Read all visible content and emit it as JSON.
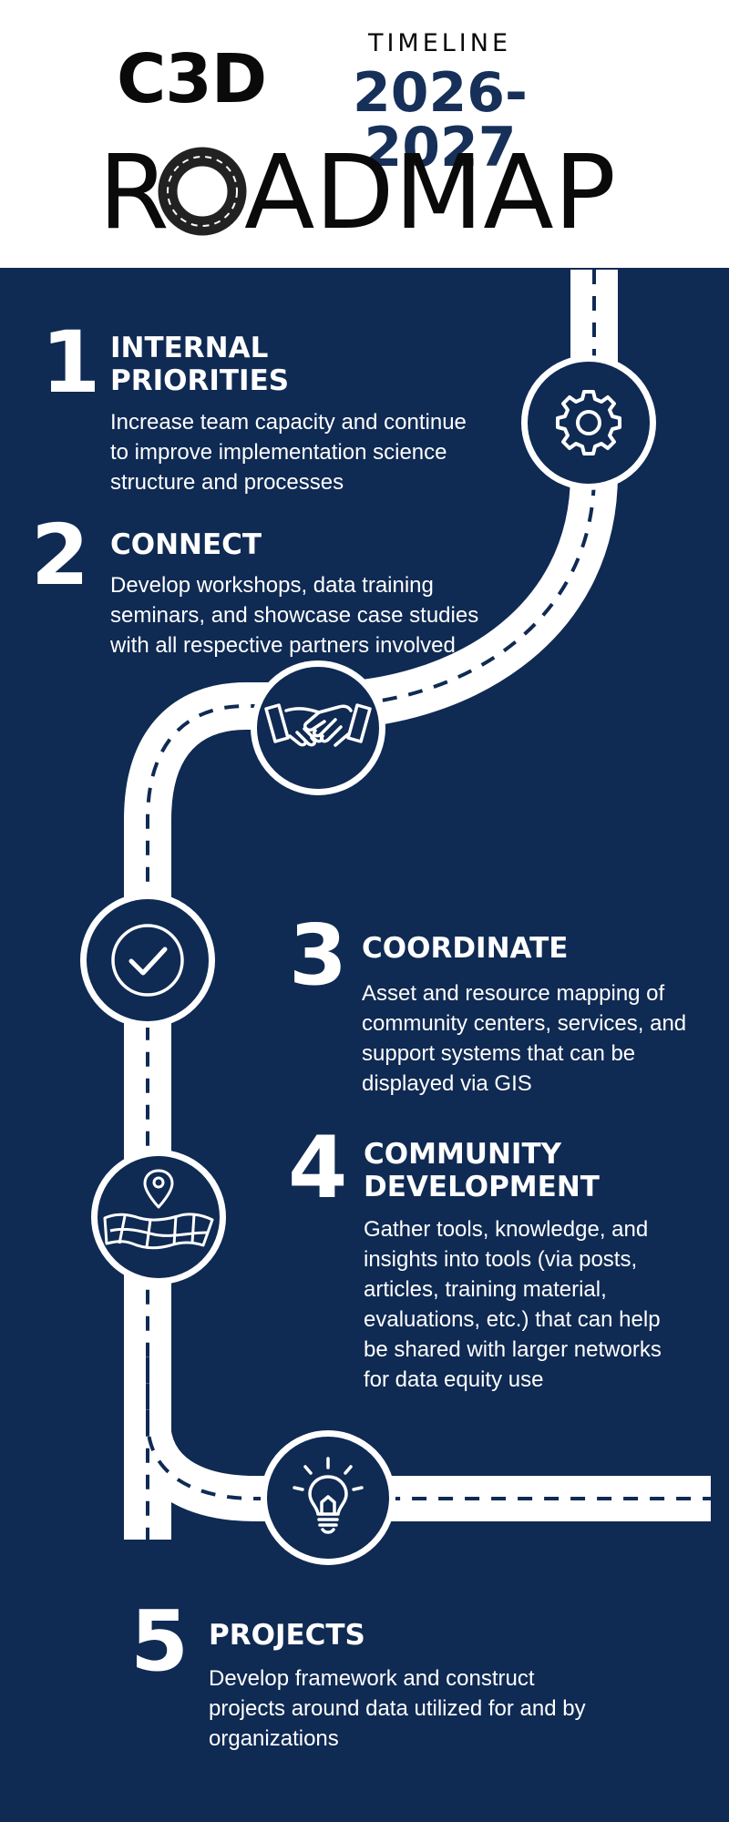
{
  "header": {
    "brand": "C3D",
    "timeline_label": "TIMELINE",
    "years": "2026-2027",
    "title": "ROADMAP"
  },
  "steps": [
    {
      "number": "1",
      "title_line1": "INTERNAL",
      "title_line2": "PRIORITIES",
      "description": [
        "Increase team capacity and continue",
        "to improve implementation science",
        "structure and processes"
      ],
      "icon": "gear-icon"
    },
    {
      "number": "2",
      "title_line1": "CONNECT",
      "description": [
        "Develop workshops, data training",
        "seminars, and showcase case studies",
        "with all respective partners involved"
      ],
      "icon": "handshake-icon"
    },
    {
      "number": "3",
      "title_line1": "COORDINATE",
      "description": [
        "Asset and resource mapping of",
        "community centers, services, and",
        "support systems that can be",
        "displayed via GIS"
      ],
      "icon": "checkmark-icon"
    },
    {
      "number": "4",
      "title_line1": "COMMUNITY",
      "title_line2": "DEVELOPMENT",
      "description": [
        "Gather tools, knowledge, and",
        "insights into tools (via posts,",
        "articles, training material,",
        "evaluations, etc.) that can help",
        "be shared with larger networks",
        "for data equity use"
      ],
      "icon": "map-pin-icon"
    },
    {
      "number": "5",
      "title_line1": "PROJECTS",
      "description": [
        "Develop framework and construct",
        "projects around data utilized for and by",
        "organizations"
      ],
      "icon": "lightbulb-icon"
    }
  ],
  "colors": {
    "navy": "#0f2a53",
    "header_bg": "#ffffff",
    "road": "#ffffff",
    "dash": "#0f2a53",
    "years": "#17305a"
  }
}
